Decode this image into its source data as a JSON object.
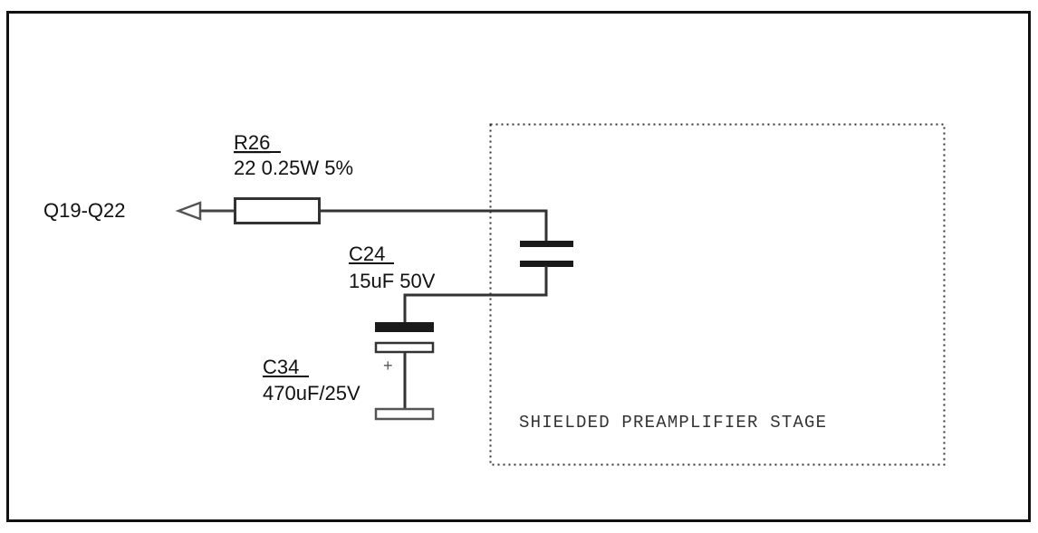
{
  "diagram": {
    "type": "schematic",
    "colors": {
      "frame": "#111111",
      "wire": "#333333",
      "plate_fill": "#1a1a1a",
      "shield": "#333333"
    },
    "net_port": {
      "label": "Q19-Q22",
      "symbol": "output-arrow"
    },
    "components": [
      {
        "ref": "R26",
        "value": "22 0.25W 5%",
        "kind": "resistor"
      },
      {
        "ref": "C24",
        "value": "15uF 50V",
        "kind": "capacitor"
      },
      {
        "ref": "C34",
        "value": "470uF/25V",
        "kind": "polarized-capacitor",
        "polarity_mark": "+"
      }
    ],
    "shield_box": {
      "label": "SHIELDED PREAMPLIFIER STAGE",
      "style": "dotted"
    }
  }
}
